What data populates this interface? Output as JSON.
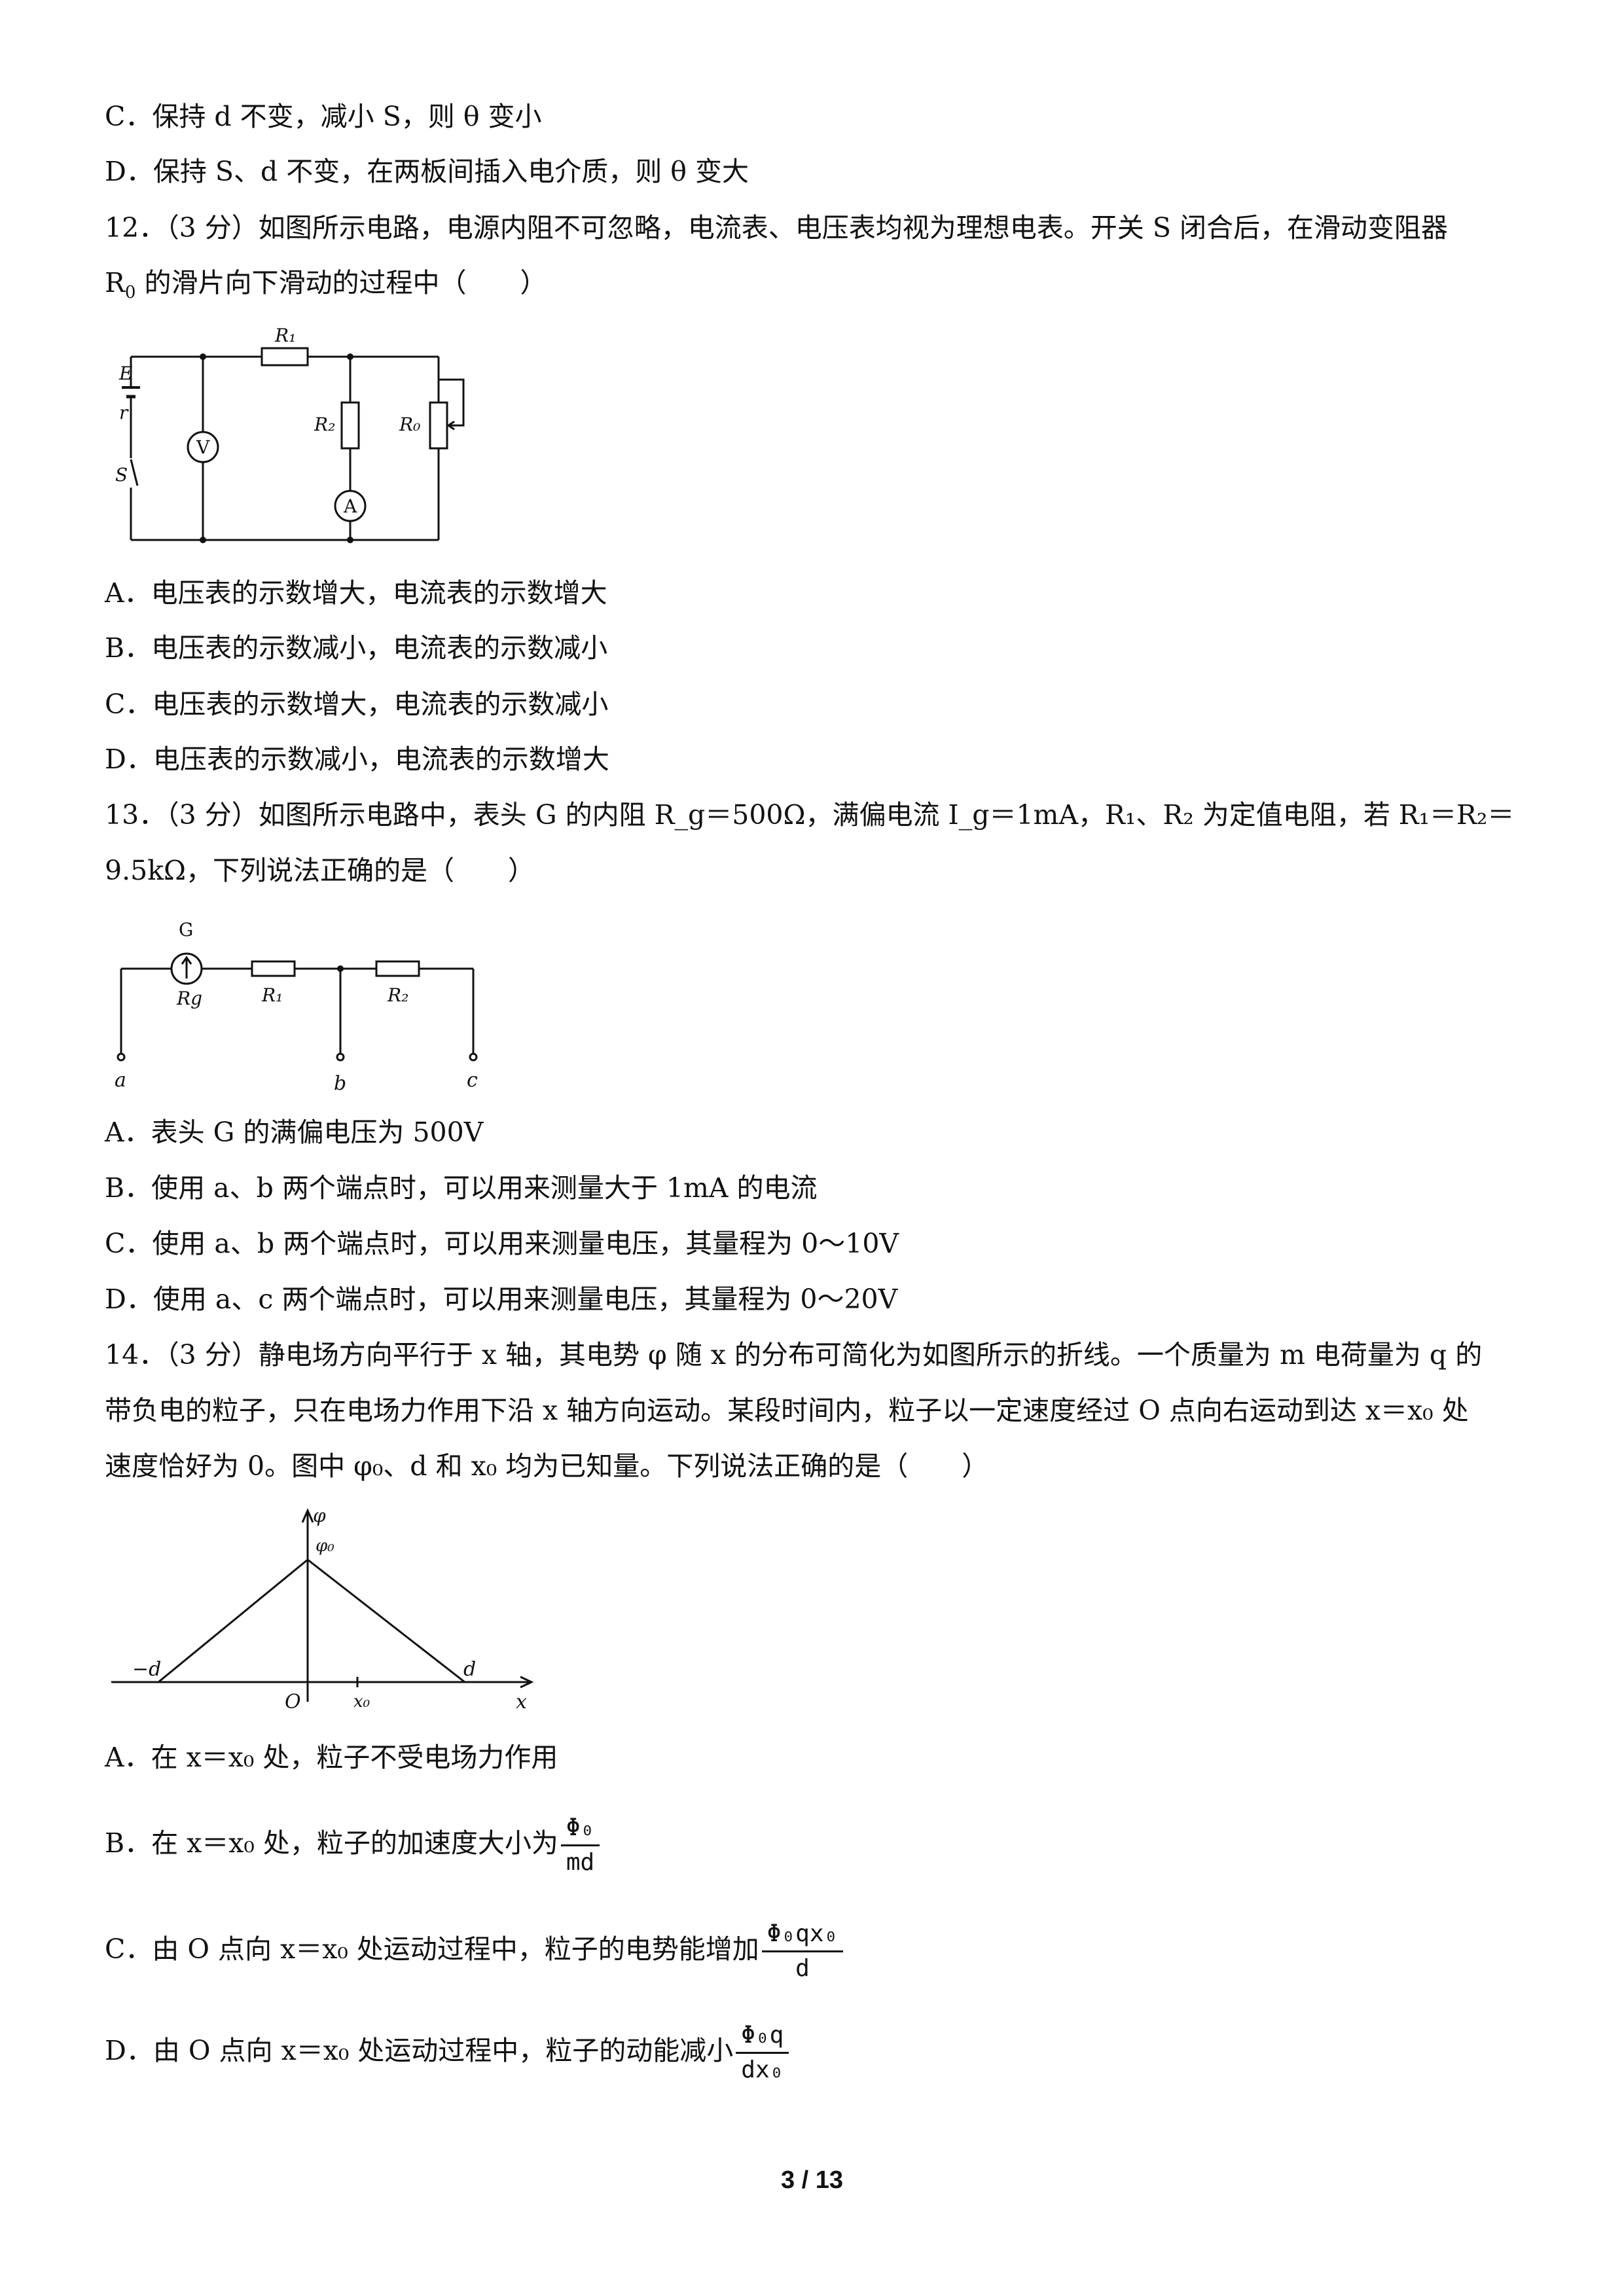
{
  "page": {
    "footer": "3 / 13"
  },
  "q11": {
    "option_c": "C．保持 d 不变，减小 S，则 θ 变小",
    "option_d": "D．保持 S、d 不变，在两板间插入电介质，则 θ 变大"
  },
  "q12": {
    "stem_line1": "12．（3 分）如图所示电路，电源内阻不可忽略，电流表、电压表均视为理想电表。开关 S 闭合后，在滑动变阻器",
    "stem_line2_a": "R",
    "stem_line2_sub": "0",
    "stem_line2_b": " 的滑片向下滑动的过程中（　　）",
    "figure_labels": {
      "R1": "R₁",
      "R2": "R₂",
      "R0": "R₀",
      "E": "E",
      "r": "r",
      "S": "S",
      "V": "V",
      "A": "A"
    },
    "option_a": "A．电压表的示数增大，电流表的示数增大",
    "option_b": "B．电压表的示数减小，电流表的示数减小",
    "option_c": "C．电压表的示数增大，电流表的示数减小",
    "option_d": "D．电压表的示数减小，电流表的示数增大"
  },
  "q13": {
    "stem_line1": "13．（3 分）如图所示电路中，表头 G 的内阻 R_g＝500Ω，满偏电流 I_g＝1mA，R₁、R₂ 为定值电阻，若 R₁＝R₂＝",
    "stem_line2": "9.5kΩ，下列说法正确的是（　　）",
    "figure_labels": {
      "G": "G",
      "Rg": "Rg",
      "R1": "R₁",
      "R2": "R₂",
      "a": "a",
      "b": "b",
      "c": "c"
    },
    "option_a": "A．表头 G 的满偏电压为 500V",
    "option_b": "B．使用 a、b 两个端点时，可以用来测量大于 1mA 的电流",
    "option_c": "C．使用 a、b 两个端点时，可以用来测量电压，其量程为 0～10V",
    "option_d": "D．使用 a、c 两个端点时，可以用来测量电压，其量程为 0～20V"
  },
  "q14": {
    "stem_line1": "14．（3 分）静电场方向平行于 x 轴，其电势 φ 随 x 的分布可简化为如图所示的折线。一个质量为 m 电荷量为 q 的",
    "stem_line2": "带负电的粒子，只在电场力作用下沿 x 轴方向运动。某段时间内，粒子以一定速度经过 O 点向右运动到达 x＝x₀ 处",
    "stem_line3": "速度恰好为 0。图中 φ₀、d 和 x₀ 均为已知量。下列说法正确的是（　　）",
    "figure_labels": {
      "phi": "φ",
      "phi0": "φ₀",
      "neg_d": "−d",
      "d": "d",
      "O": "O",
      "x0": "x₀",
      "x": "x"
    },
    "option_a": "A．在 x＝x₀ 处，粒子不受电场力作用",
    "option_b_text": "B．在 x＝x₀ 处，粒子的加速度大小为",
    "option_b_num": "Φ₀",
    "option_b_den": "md",
    "option_c_text": "C．由 O 点向 x＝x₀ 处运动过程中，粒子的电势能增加",
    "option_c_num": "Φ₀qx₀",
    "option_c_den": "d",
    "option_d_text": "D．由 O 点向 x＝x₀ 处运动过程中，粒子的动能减小",
    "option_d_num": "Φ₀q",
    "option_d_den": "dx₀"
  }
}
